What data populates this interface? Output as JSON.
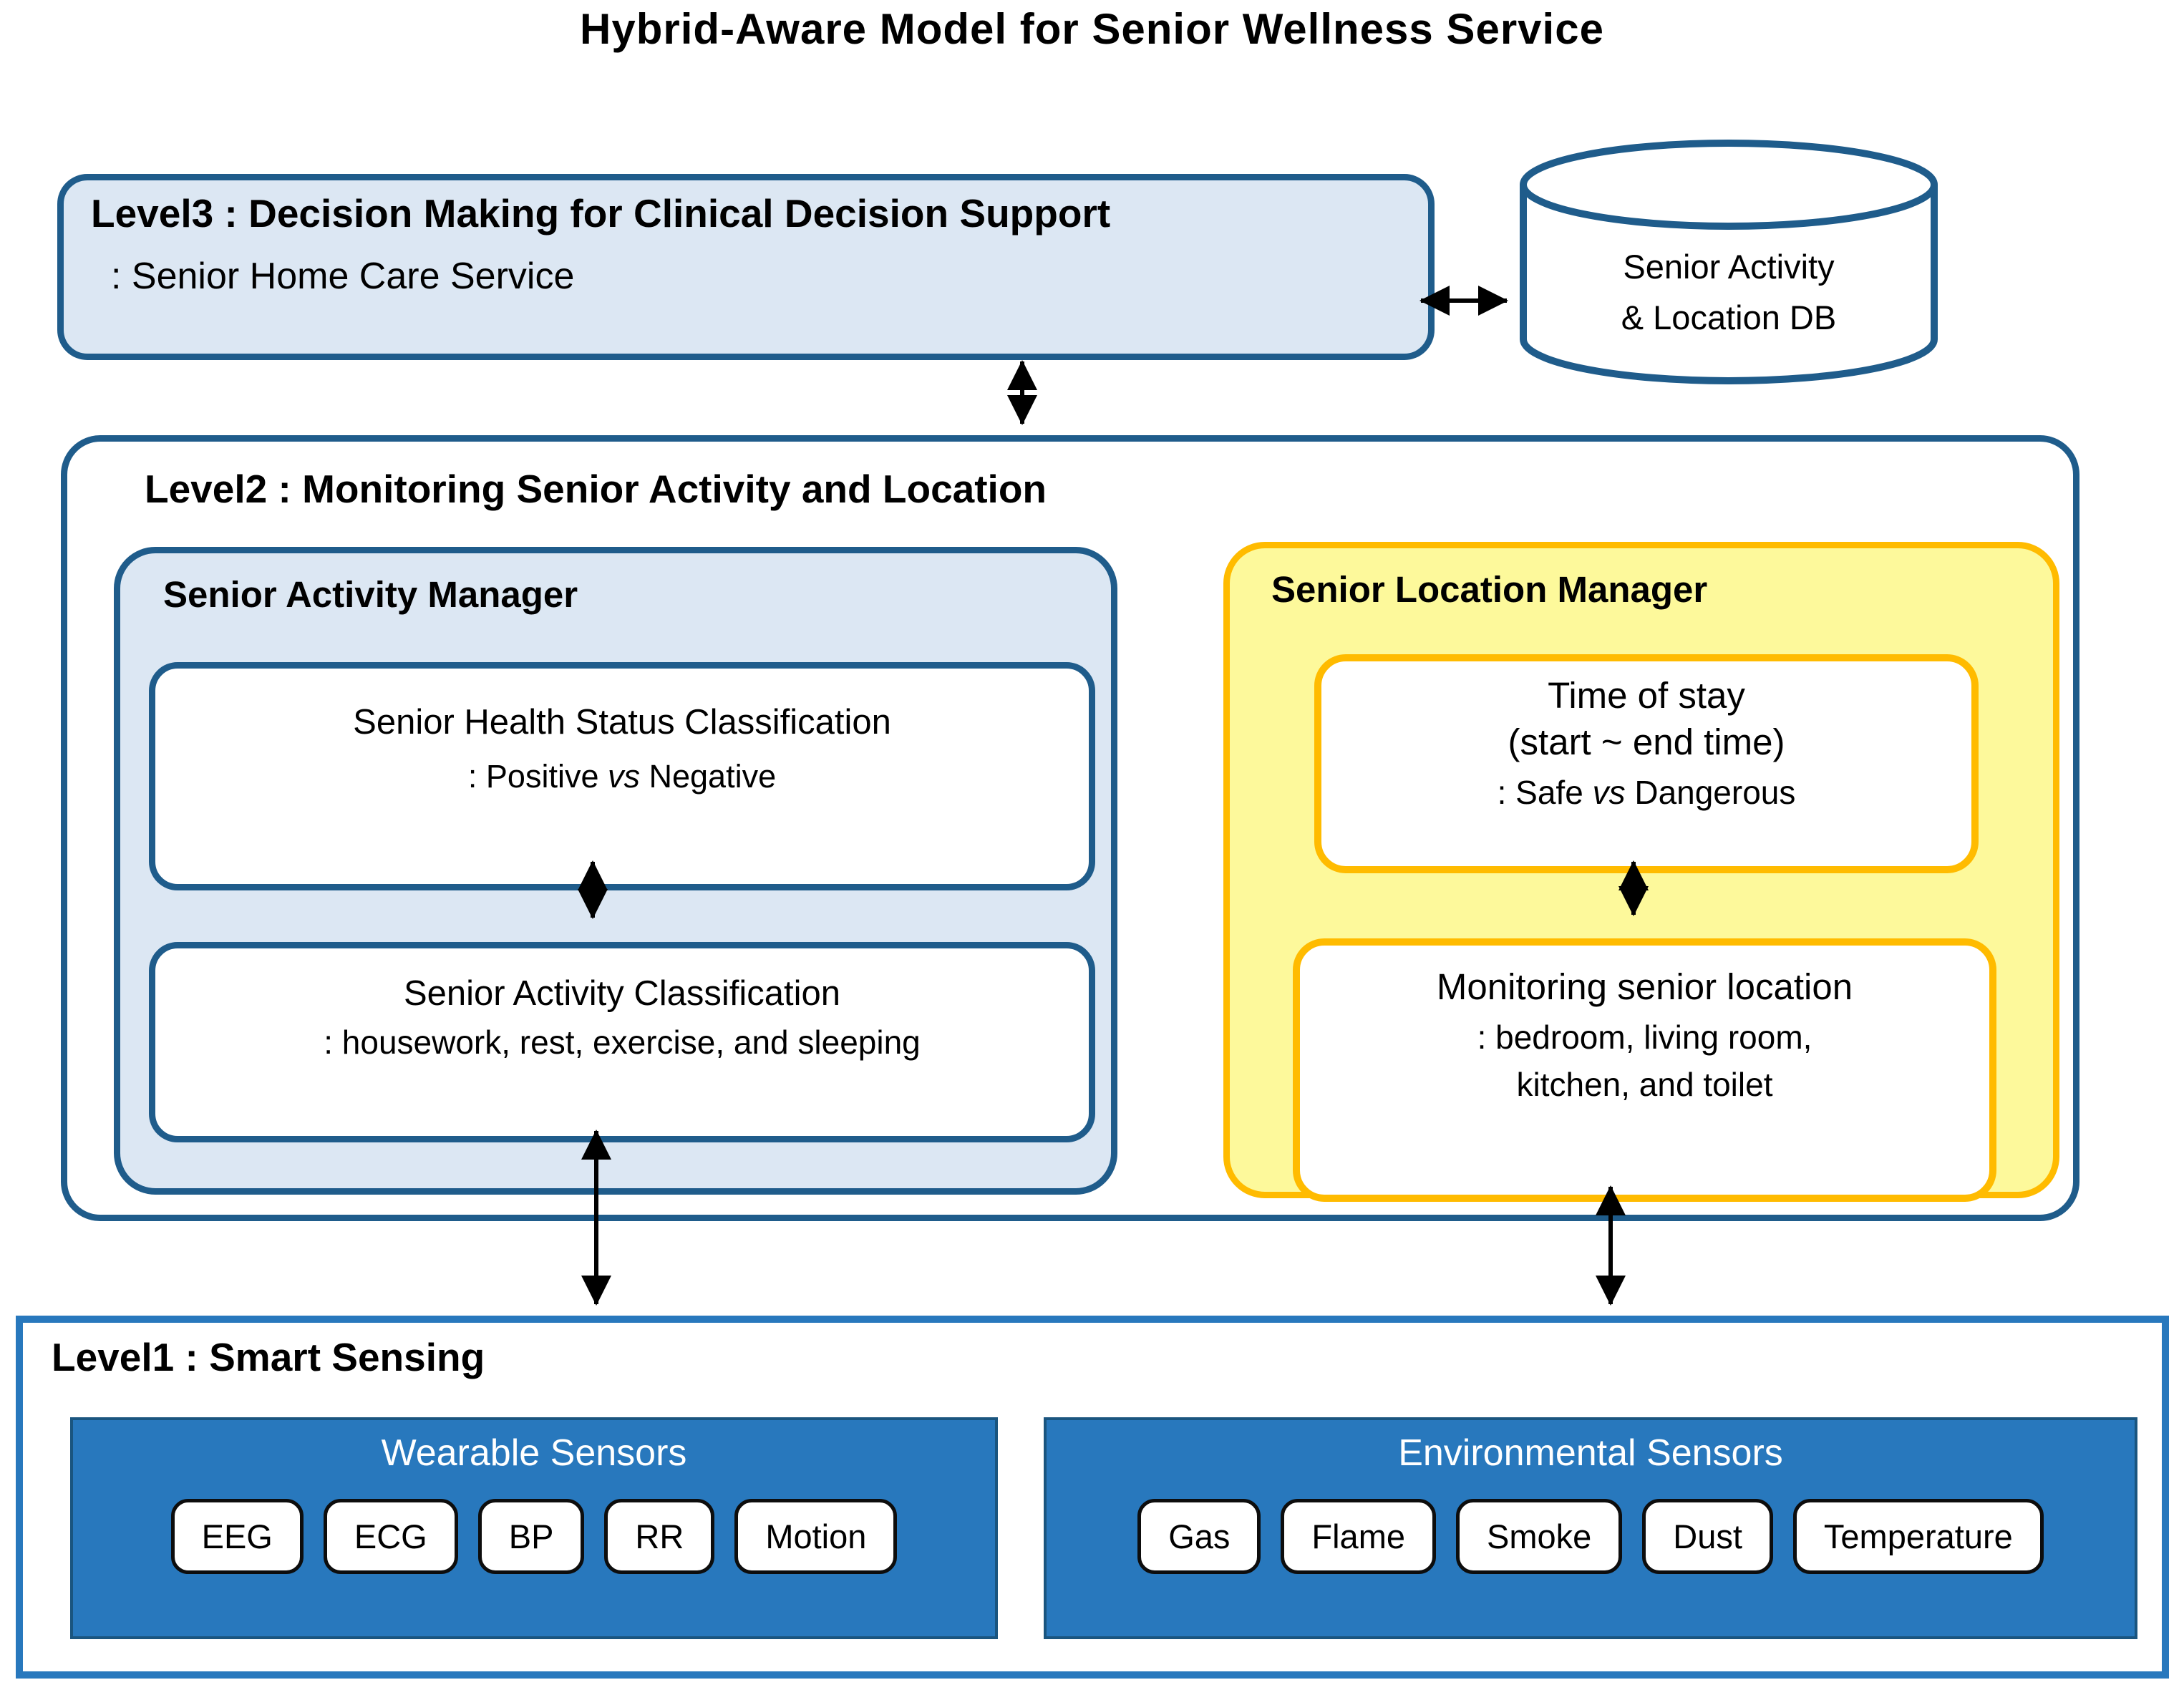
{
  "title": "Hybrid-Aware Model for Senior Wellness Service",
  "colors": {
    "container_border_blue": "#1F5C8B",
    "light_blue_fill": "#DCE7F3",
    "sensor_blue": "#2878BD",
    "yellow_fill": "#FDF99B",
    "gold_border": "#FFBB00",
    "arrow_black": "#000000"
  },
  "level3": {
    "heading": "Level3 : Decision Making for Clinical Decision Support",
    "subheading": ": Senior Home Care Service"
  },
  "database": {
    "line1": "Senior Activity",
    "line2": "& Location DB"
  },
  "level2": {
    "heading": "Level2 : Monitoring Senior Activity and Location",
    "activity_manager": {
      "title": "Senior Activity Manager",
      "health_box": {
        "title": "Senior Health Status Classification",
        "detail_prefix": ":  Positive ",
        "detail_vs": "vs",
        "detail_suffix": " Negative"
      },
      "activity_box": {
        "title": "Senior Activity Classification",
        "detail": ": housework,  rest, exercise, and sleeping"
      }
    },
    "location_manager": {
      "title": "Senior Location Manager",
      "time_box": {
        "line1": "Time of stay",
        "line2": "(start ~ end time)",
        "detail_prefix": ": Safe ",
        "detail_vs": "vs",
        "detail_suffix": " Dangerous"
      },
      "monitor_box": {
        "title": "Monitoring senior location",
        "detail_line1": ": bedroom,  living room,",
        "detail_line2": "kitchen, and toilet"
      }
    }
  },
  "level1": {
    "heading": "Level1 : Smart Sensing",
    "wearable": {
      "title": "Wearable Sensors",
      "sensors": [
        "EEG",
        "ECG",
        "BP",
        "RR",
        "Motion"
      ]
    },
    "environmental": {
      "title": "Environmental Sensors",
      "sensors": [
        "Gas",
        "Flame",
        "Smoke",
        "Dust",
        "Temperature"
      ]
    }
  },
  "connections": [
    {
      "from": "level3-box",
      "to": "database-cylinder",
      "bidirectional": true
    },
    {
      "from": "level3-box",
      "to": "level2-box",
      "bidirectional": true
    },
    {
      "from": "health-status-box",
      "to": "activity-classification-box",
      "bidirectional": true
    },
    {
      "from": "time-of-stay-box",
      "to": "monitoring-location-box",
      "bidirectional": true
    },
    {
      "from": "activity-classification-box",
      "to": "level1-box",
      "bidirectional": true
    },
    {
      "from": "monitoring-location-box",
      "to": "level1-box",
      "bidirectional": true
    }
  ]
}
